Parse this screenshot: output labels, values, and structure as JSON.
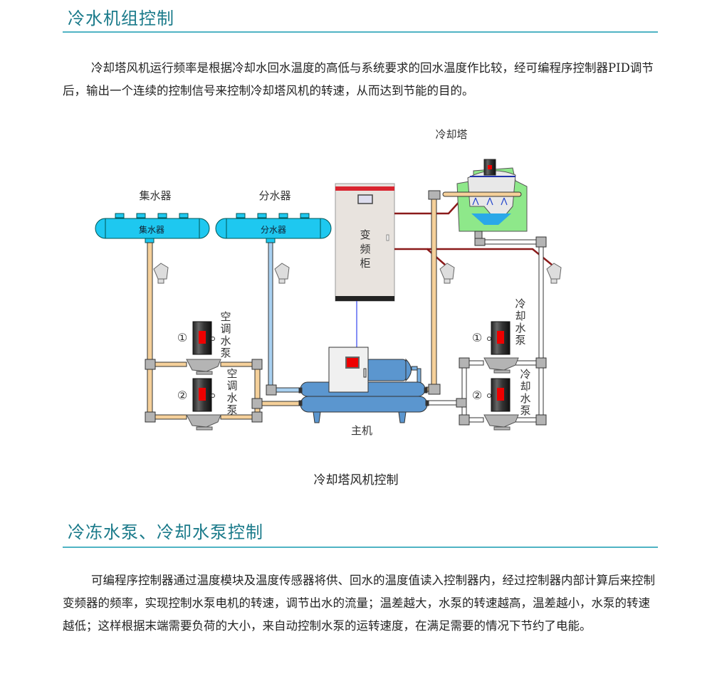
{
  "section1": {
    "title": "冷水机组控制",
    "paragraph": "冷却塔风机运行频率是根据冷却水回水温度的高低与系统要求的回水温度作比较，经可编程序控制器PID调节后，输出一个连续的控制信号来控制冷却塔风机的转速，从而达到节能的目的。"
  },
  "diagram": {
    "caption": "冷却塔风机控制",
    "labels": {
      "collector_top": "集水器",
      "collector_body": "集水器",
      "distributor_top": "分水器",
      "distributor_body": "分水器",
      "vfd_cabinet": [
        "变",
        "频",
        "柜"
      ],
      "cooling_tower": "冷却塔",
      "chiller": "主机",
      "ac_pump_1": [
        "空",
        "调",
        "水",
        "泵"
      ],
      "ac_pump_2": [
        "空",
        "调",
        "水",
        "泵"
      ],
      "cooling_pump_1": [
        "冷",
        "却",
        "水",
        "泵"
      ],
      "cooling_pump_2": [
        "冷",
        "却",
        "水",
        "泵"
      ],
      "pump_no_1": "①",
      "pump_no_2": "②"
    },
    "colors": {
      "header_vessel": "#1ec8f0",
      "return_pipe": "#f5d09a",
      "supply_pipe": "#a8d0f0",
      "chiller_body": "#5b96cf",
      "tower_body": "#8ee88a",
      "signal_wire": "#8b1a1a",
      "cabinet": "#e8e3de",
      "cabinet_stripe": "#d9242f",
      "fitting": "#b4b4b4"
    }
  },
  "section2": {
    "title": "冷冻水泵、冷却水泵控制",
    "paragraph": "可编程序控制器通过温度模块及温度传感器将供、回水的温度值读入控制器内，经过控制器内部计算后来控制变频器的频率，实现控制水泵电机的转速，调节出水的流量；温差越大，水泵的转速越高，温差越小，水泵的转速越低；这样根据末端需要负荷的大小，来自动控制水泵的运转速度，在满足需要的情况下节约了电能。"
  }
}
